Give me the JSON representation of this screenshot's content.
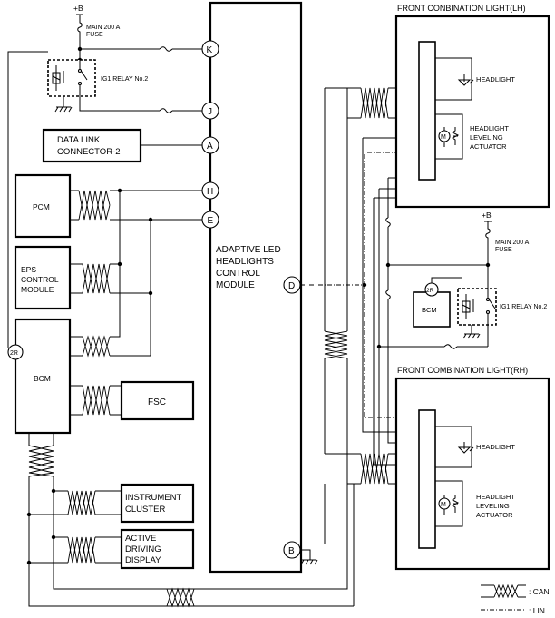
{
  "power": {
    "plus_b": "+B",
    "fuse_line1": "MAIN 200 A",
    "fuse_line2": "FUSE",
    "relay": "IG1 RELAY No.2"
  },
  "modules": {
    "dlc_line1": "DATA LINK",
    "dlc_line2": "CONNECTOR-2",
    "pcm": "PCM",
    "eps_line1": "EPS",
    "eps_line2": "CONTROL",
    "eps_line3": "MODULE",
    "bcm": "BCM",
    "fsc": "FSC",
    "ic_line1": "INSTRUMENT",
    "ic_line2": "CLUSTER",
    "add_line1": "ACTIVE",
    "add_line2": "DRIVING",
    "add_line3": "DISPLAY",
    "alh_line1": "ADAPTIVE LED",
    "alh_line2": "HEADLIGHTS",
    "alh_line3": "CONTROL",
    "alh_line4": "MODULE"
  },
  "terminals": [
    "K",
    "J",
    "A",
    "H",
    "E",
    "D",
    "B"
  ],
  "connector_2r": "2R",
  "lights": {
    "lh_title": "FRONT CONBINATION LIGHT(LH)",
    "rh_title": "FRONT COMBINATION LIGHT(RH)",
    "headlight": "HEADLIGHT",
    "lev_line1": "HEADLIGHT",
    "lev_line2": "LEVELING",
    "lev_line3": "ACTUATOR",
    "motor": "M"
  },
  "legend": {
    "can": ": CAN",
    "lin": ": LIN"
  }
}
